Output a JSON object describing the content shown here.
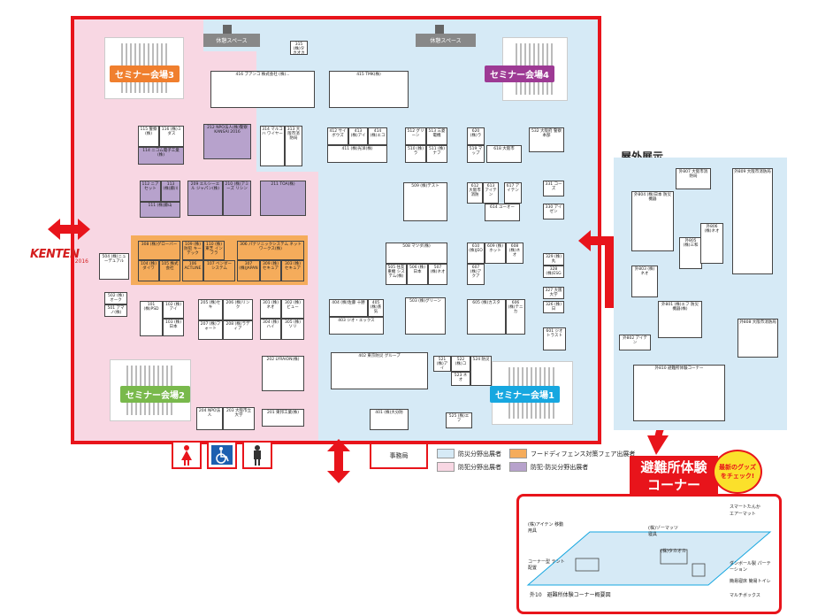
{
  "map": {
    "colors": {
      "outline": "#e8141b",
      "disaster": "#d6eaf6",
      "crime": "#f8d7e3",
      "food": "#f5ac5b",
      "both": "#b7a2cc"
    },
    "seminars": [
      {
        "id": "s3",
        "label": "セミナー会場3",
        "color": "#f07f2e"
      },
      {
        "id": "s4",
        "label": "セミナー会場4",
        "color": "#9d3a94"
      },
      {
        "id": "s2",
        "label": "セミナー会場2",
        "color": "#79b94c"
      },
      {
        "id": "s1",
        "label": "セミナー会場1",
        "color": "#17a7e0"
      }
    ],
    "rest_spaces": [
      "休憩スペース",
      "休憩スペース"
    ],
    "logo": {
      "text": "KENTEN",
      "year": "2016"
    },
    "outdoor": {
      "title": "屋外展示"
    },
    "office": "事務局",
    "legend": [
      {
        "label": "防災分野出展者",
        "color": "#d6eaf6"
      },
      {
        "label": "フードディフェンス対策フェア出展者",
        "color": "#f5ac5b"
      },
      {
        "label": "防犯分野出展者",
        "color": "#f8d7e3"
      },
      {
        "label": "防犯·防災分野出展者",
        "color": "#b7a2cc"
      }
    ],
    "evac": {
      "title_line1": "避難所体験",
      "title_line2": "コーナー",
      "badge": "最新のグッズをチェック!",
      "caption": "外10　避難所体験コーナー概要図",
      "labels": [
        "スマートたんか",
        "エアーマット",
        "(株)アイテン 移動用具",
        "(株)ゾーマッツ 寝具",
        "(株)タカオカ",
        "コーナー型 テント配置",
        "ダンボール製 パーテーション",
        "簡易寝床 簡易トイレ",
        "マルチボックス"
      ]
    },
    "booths": [
      {
        "id": "b416",
        "text": "416 ブアンコ 株式会社 (株)..."
      },
      {
        "id": "b415",
        "text": "415 TMK(株)"
      },
      {
        "id": "b315",
        "text": "315 (株)タカオカ"
      },
      {
        "id": "b314",
        "text": "314 マルコハ ワイヤー"
      },
      {
        "id": "b313",
        "text": "313 大阪市消防局"
      },
      {
        "id": "b212",
        "text": "212 NPO法人(株)警察 KANSAI 2016"
      },
      {
        "id": "b115",
        "text": "115 警察(株)"
      },
      {
        "id": "b116",
        "text": "116 (株)ミダス"
      },
      {
        "id": "b114",
        "text": "114 ニコム電子工業(株)"
      },
      {
        "id": "b111",
        "text": "111 (株)藤山"
      },
      {
        "id": "b112",
        "text": "112 ニアセット"
      },
      {
        "id": "b113",
        "text": "113 (株)藤川"
      },
      {
        "id": "b209",
        "text": "209 エルシーエル ジャパン(株)"
      },
      {
        "id": "b210",
        "text": "210 (株)アミーズ リシン"
      },
      {
        "id": "b211",
        "text": "211 TOA(株)"
      },
      {
        "id": "b308",
        "text": "308 (株)グローバー"
      },
      {
        "id": "b109",
        "text": "109 (株)防犯 キーテック"
      },
      {
        "id": "b110",
        "text": "110 (株)東芝 インフラ"
      },
      {
        "id": "b306",
        "text": "306 パナソニックシステム ネットワークス(株)"
      },
      {
        "id": "b303",
        "text": "303 (株)セキュア"
      },
      {
        "id": "b104",
        "text": "104 (株)ダイワ"
      },
      {
        "id": "b105",
        "text": "105 株式会社"
      },
      {
        "id": "b106",
        "text": "106 ACTLINE"
      },
      {
        "id": "b107",
        "text": "107 ベンダーシステム"
      },
      {
        "id": "b307",
        "text": "307 (株)JAPAN"
      },
      {
        "id": "b309",
        "text": "309 (株)セキュア"
      },
      {
        "id": "b504",
        "text": "504 (株)ニューデュアル"
      },
      {
        "id": "b502",
        "text": "502 (株)オーク"
      },
      {
        "id": "b501",
        "text": "501 アマノ(株)"
      },
      {
        "id": "b404",
        "text": "404 (株)佐藤 十勝"
      },
      {
        "id": "b403",
        "text": "403 ジオ・エックス"
      },
      {
        "id": "b405",
        "text": "405 (株)蒸気"
      },
      {
        "id": "b402",
        "text": "402 東京防災 グループ"
      },
      {
        "id": "b401",
        "text": "401 (株)大分防"
      },
      {
        "id": "b503",
        "text": "503 (株)グリーン"
      },
      {
        "id": "b601",
        "text": "601 ジオトラスト"
      },
      {
        "id": "b508",
        "text": "508 マツダ(株)"
      },
      {
        "id": "b505",
        "text": "505 住友重機 システム(株)"
      },
      {
        "id": "b506",
        "text": "506 (株)日本"
      },
      {
        "id": "b507",
        "text": "507 (株)ネオ"
      },
      {
        "id": "b509",
        "text": "509 (株)テスト"
      },
      {
        "id": "b412",
        "text": "412 サイボウズ"
      },
      {
        "id": "b413",
        "text": "413 (株)アイ"
      },
      {
        "id": "b414",
        "text": "414 (株)エコ"
      },
      {
        "id": "b411",
        "text": "411 (株)光洋(株)"
      },
      {
        "id": "b512",
        "text": "512 グリーン"
      },
      {
        "id": "b513",
        "text": "513 三菱電機"
      },
      {
        "id": "b510",
        "text": "510 (株)ラ"
      },
      {
        "id": "b511",
        "text": "511 (株)ナフ"
      },
      {
        "id": "b612",
        "text": "612 大阪市消防"
      },
      {
        "id": "b613",
        "text": "613 アイテン"
      },
      {
        "id": "b614",
        "text": "614 ユーオー"
      },
      {
        "id": "b617",
        "text": "617 アイテン"
      },
      {
        "id": "b618",
        "text": "618 大阪市"
      },
      {
        "id": "b620",
        "text": "620 (株)ラ"
      },
      {
        "id": "b519",
        "text": "519 マップ"
      },
      {
        "id": "b610",
        "text": "610 (株)JEO"
      },
      {
        "id": "b609",
        "text": "609 (株)ホット"
      },
      {
        "id": "b608",
        "text": "608 (株)ネオ"
      },
      {
        "id": "b607",
        "text": "607 (株)アクア"
      },
      {
        "id": "b606",
        "text": "606 (株)テニカ"
      },
      {
        "id": "b605",
        "text": "605 (株)カスタ"
      },
      {
        "id": "b532",
        "text": "532 大阪府 警察本部"
      },
      {
        "id": "b331",
        "text": "331 コーズ"
      },
      {
        "id": "b330",
        "text": "330 アイゼン"
      },
      {
        "id": "b329",
        "text": "329 (株)丸"
      },
      {
        "id": "b328",
        "text": "328 (株)ESG"
      },
      {
        "id": "b327",
        "text": "327 大阪大学"
      },
      {
        "id": "b326",
        "text": "326 (株)日"
      },
      {
        "id": "b521",
        "text": "521 (株)アイ"
      },
      {
        "id": "b522",
        "text": "522 (株)コ"
      },
      {
        "id": "b523",
        "text": "523 ネオ"
      },
      {
        "id": "b524",
        "text": "524 防災"
      },
      {
        "id": "b525",
        "text": "525 (株)エフ"
      },
      {
        "id": "b202",
        "text": "202 LYRAION(株)"
      },
      {
        "id": "b201",
        "text": "201 東邦工業(株)"
      },
      {
        "id": "b203",
        "text": "203 大阪市立大学"
      },
      {
        "id": "b204",
        "text": "204 NPO法人"
      },
      {
        "id": "b205",
        "text": "205 (株)セキ"
      },
      {
        "id": "b206",
        "text": "206 (株)リンク"
      },
      {
        "id": "b207",
        "text": "207 (株)フォート"
      },
      {
        "id": "b208",
        "text": "208 (株)ラディア"
      },
      {
        "id": "b301",
        "text": "301 (株)ネオ"
      },
      {
        "id": "b302",
        "text": "302 (株)ビュー"
      },
      {
        "id": "b304",
        "text": "304 (株)ハイ"
      },
      {
        "id": "b305",
        "text": "305 (株)ソリ"
      },
      {
        "id": "b101",
        "text": "101 (株)PSD"
      },
      {
        "id": "b102",
        "text": "102 (株)アイ"
      },
      {
        "id": "b103",
        "text": "103 (株)日本"
      }
    ],
    "outdoor_booths": [
      {
        "id": "o804",
        "text": "外804 (株)日本 防災機器"
      },
      {
        "id": "o807",
        "text": "外807 大阪市消防局"
      },
      {
        "id": "o809",
        "text": "外809 大阪市消防局"
      },
      {
        "id": "o805",
        "text": "外805 (株)三和"
      },
      {
        "id": "o806",
        "text": "外806 (株)ネオ"
      },
      {
        "id": "o803",
        "text": "外803 (株)ネオ"
      },
      {
        "id": "o801",
        "text": "外801 (株)エフ 防災機器(株)"
      },
      {
        "id": "o802",
        "text": "外802 アイテン"
      },
      {
        "id": "o808",
        "text": "外808 大阪市消防局"
      },
      {
        "id": "o810",
        "text": "外810 避難所体験コーナー"
      }
    ]
  }
}
